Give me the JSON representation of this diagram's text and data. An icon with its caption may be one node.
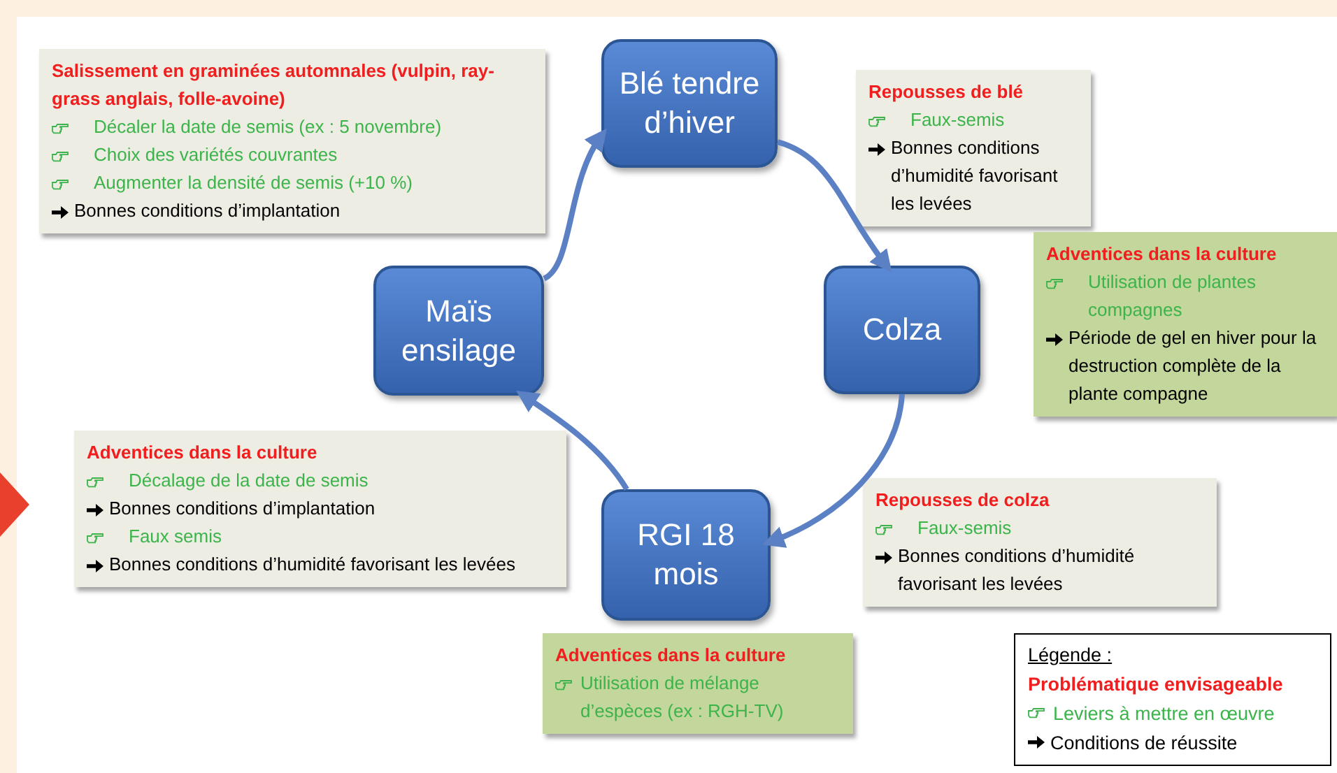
{
  "diagram": {
    "nodes": [
      {
        "text": [
          "Salissement en graminées automnales (vulpin, ray-grass anglais, folle-avoine)",
          "Décaler la date de semis (ex : 5 novembre)",
          "Choix des variétés couvrantes",
          "Augmenter la densité de semis (+10 %)",
          "Bonnes conditions d’implantation"
        ]
      },
      {
        "text": [
          "Blé tendre d’hiver"
        ]
      },
      {
        "text": [
          "Repousses de blé",
          "Faux-semis",
          "Bonnes conditions d’humidité favorisant les levées"
        ]
      },
      {
        "text": [
          "Maïs ensilage"
        ]
      },
      {
        "text": [
          "Colza"
        ]
      },
      {
        "text": [
          "Adventices dans la culture",
          "Utilisation de plantes compagnes",
          "Période de gel en hiver pour la destruction complète de la plante compagne"
        ]
      },
      {
        "text": [
          "Adventices dans la culture",
          "Décalage de la date de semis",
          "Bonnes conditions d’implantation",
          "Faux semis",
          "Bonnes conditions d’humidité favorisant les levées"
        ]
      },
      {
        "text": [
          "RGI 18 mois"
        ]
      },
      {
        "text": [
          "Repousses de colza",
          "Faux-semis",
          "Bonnes conditions d’humidité favorisant les levées"
        ]
      },
      {
        "text": [
          "Adventices dans la culture",
          "Utilisation de mélange d’espèces (ex : RGH-TV)"
        ]
      }
    ],
    "edges": [
      {
        "from": 1,
        "to": 4,
        "arrow": "to"
      },
      {
        "from": 4,
        "to": 7,
        "arrow": "to"
      },
      {
        "from": 7,
        "to": 3,
        "arrow": "to"
      },
      {
        "from": 3,
        "to": 1,
        "arrow": "to"
      }
    ],
    "labels": [
      "Légende :"
    ],
    "legend": [
      {
        "text": "Problématique envisageable",
        "color": "#f01e1e"
      },
      {
        "text": "Leviers à mettre en œuvre",
        "color": "#3cb44b"
      },
      {
        "text": "Conditions de réussite",
        "color": "#000000"
      }
    ]
  }
}
